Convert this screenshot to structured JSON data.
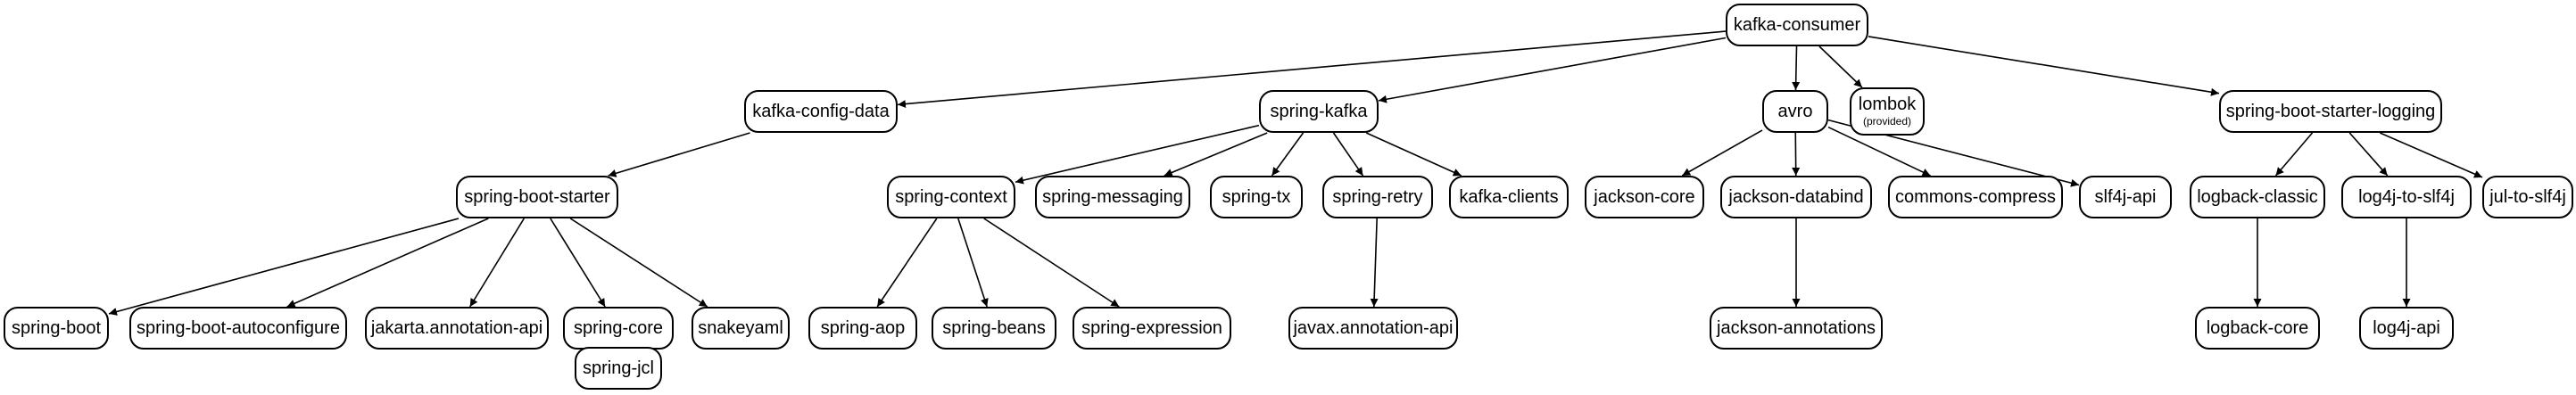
{
  "nodes": {
    "kafka_consumer": "kafka-consumer",
    "kafka_config_data": "kafka-config-data",
    "spring_kafka": "spring-kafka",
    "avro": "avro",
    "lombok": "lombok",
    "lombok_scope": "(provided)",
    "spring_boot_starter_logging": "spring-boot-starter-logging",
    "spring_boot_starter": "spring-boot-starter",
    "spring_context": "spring-context",
    "spring_messaging": "spring-messaging",
    "spring_tx": "spring-tx",
    "spring_retry": "spring-retry",
    "kafka_clients": "kafka-clients",
    "jackson_core": "jackson-core",
    "jackson_databind": "jackson-databind",
    "commons_compress": "commons-compress",
    "slf4j_api": "slf4j-api",
    "logback_classic": "logback-classic",
    "log4j_to_slf4j": "log4j-to-slf4j",
    "jul_to_slf4j": "jul-to-slf4j",
    "spring_boot": "spring-boot",
    "spring_boot_autoconfigure": "spring-boot-autoconfigure",
    "jakarta_annotation_api": "jakarta.annotation-api",
    "spring_core": "spring-core",
    "snakeyaml": "snakeyaml",
    "spring_aop": "spring-aop",
    "spring_beans": "spring-beans",
    "spring_expression": "spring-expression",
    "javax_annotation_api": "javax.annotation-api",
    "jackson_annotations": "jackson-annotations",
    "logback_core": "logback-core",
    "log4j_api": "log4j-api",
    "spring_jcl": "spring-jcl"
  },
  "edges": [
    [
      "kafka_consumer",
      "kafka_config_data"
    ],
    [
      "kafka_consumer",
      "spring_kafka"
    ],
    [
      "kafka_consumer",
      "avro"
    ],
    [
      "kafka_consumer",
      "lombok"
    ],
    [
      "kafka_consumer",
      "spring_boot_starter_logging"
    ],
    [
      "kafka_config_data",
      "spring_boot_starter"
    ],
    [
      "spring_kafka",
      "spring_context"
    ],
    [
      "spring_kafka",
      "spring_messaging"
    ],
    [
      "spring_kafka",
      "spring_tx"
    ],
    [
      "spring_kafka",
      "spring_retry"
    ],
    [
      "spring_kafka",
      "kafka_clients"
    ],
    [
      "avro",
      "jackson_core"
    ],
    [
      "avro",
      "jackson_databind"
    ],
    [
      "avro",
      "commons_compress"
    ],
    [
      "avro",
      "slf4j_api"
    ],
    [
      "spring_boot_starter_logging",
      "logback_classic"
    ],
    [
      "spring_boot_starter_logging",
      "log4j_to_slf4j"
    ],
    [
      "spring_boot_starter_logging",
      "jul_to_slf4j"
    ],
    [
      "spring_boot_starter",
      "spring_boot"
    ],
    [
      "spring_boot_starter",
      "spring_boot_autoconfigure"
    ],
    [
      "spring_boot_starter",
      "jakarta_annotation_api"
    ],
    [
      "spring_boot_starter",
      "spring_core"
    ],
    [
      "spring_boot_starter",
      "snakeyaml"
    ],
    [
      "spring_context",
      "spring_aop"
    ],
    [
      "spring_context",
      "spring_beans"
    ],
    [
      "spring_context",
      "spring_expression"
    ],
    [
      "spring_retry",
      "javax_annotation_api"
    ],
    [
      "jackson_databind",
      "jackson_annotations"
    ],
    [
      "logback_classic",
      "logback_core"
    ],
    [
      "log4j_to_slf4j",
      "log4j_api"
    ],
    [
      "spring_core",
      "spring_jcl"
    ]
  ]
}
